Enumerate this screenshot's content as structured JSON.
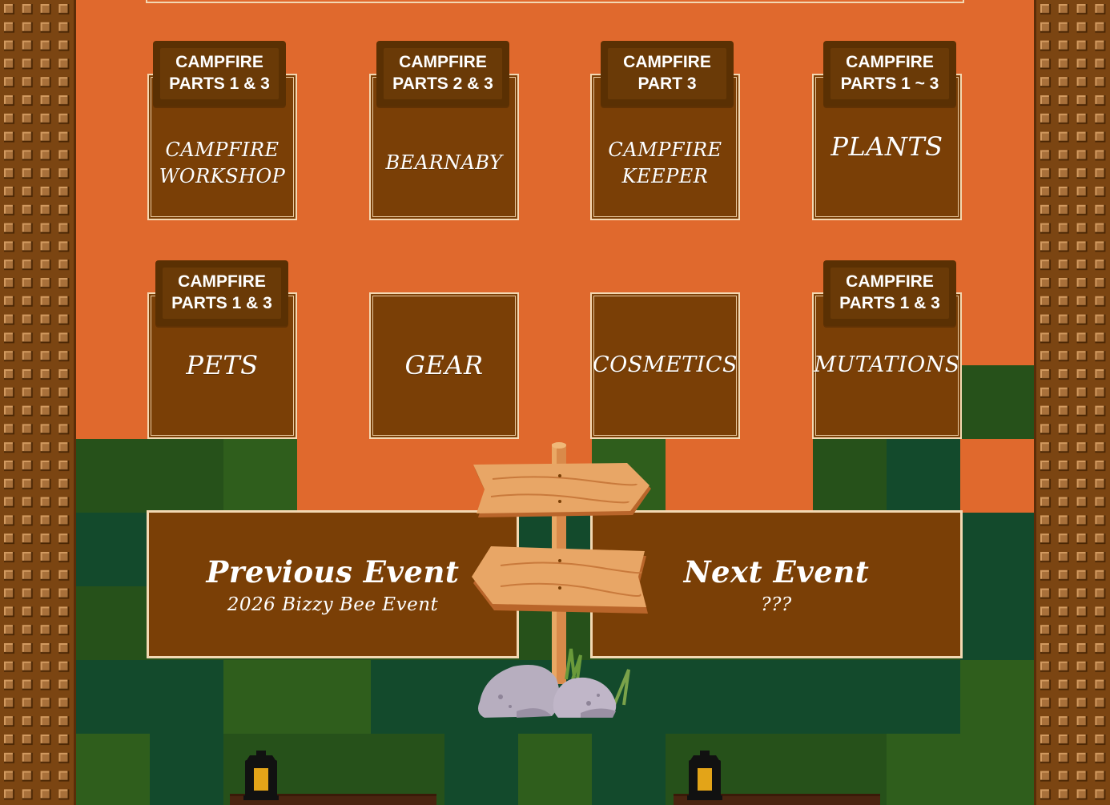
{
  "colors": {
    "background": "#e0692d",
    "panel": "#7a3f06",
    "tag": "#5a3003",
    "border": "#f3d8b2",
    "wall": "#7b4512"
  },
  "cards": [
    {
      "tag_line1": "CAMPFIRE",
      "tag_line2": "PARTS 1 & 3",
      "label_line1": "CAMPFIRE",
      "label_line2": "WORKSHOP"
    },
    {
      "tag_line1": "CAMPFIRE",
      "tag_line2": "PARTS 2 & 3",
      "label_line1": "BEARNABY",
      "label_line2": ""
    },
    {
      "tag_line1": "CAMPFIRE",
      "tag_line2": "PART 3",
      "label_line1": "CAMPFIRE",
      "label_line2": "KEEPER"
    },
    {
      "tag_line1": "CAMPFIRE",
      "tag_line2": "PARTS 1 ~ 3",
      "label_line1": "PLANTS",
      "label_line2": ""
    },
    {
      "tag_line1": "CAMPFIRE",
      "tag_line2": "PARTS 1 & 3",
      "label_line1": "PETS",
      "label_line2": ""
    },
    {
      "label_line1": "GEAR",
      "label_line2": ""
    },
    {
      "label_line1": "COSMETICS",
      "label_line2": ""
    },
    {
      "tag_line1": "CAMPFIRE",
      "tag_line2": "PARTS 1 & 3",
      "label_line1": "MUTATIONS",
      "label_line2": ""
    }
  ],
  "previous_event": {
    "title": "Previous Event",
    "subtitle": "2026 Bizzy Bee Event"
  },
  "next_event": {
    "title": "Next Event",
    "subtitle": "???"
  },
  "icons": [
    "signpost-icon",
    "lantern-icon",
    "rock-icon",
    "grass-icon"
  ]
}
